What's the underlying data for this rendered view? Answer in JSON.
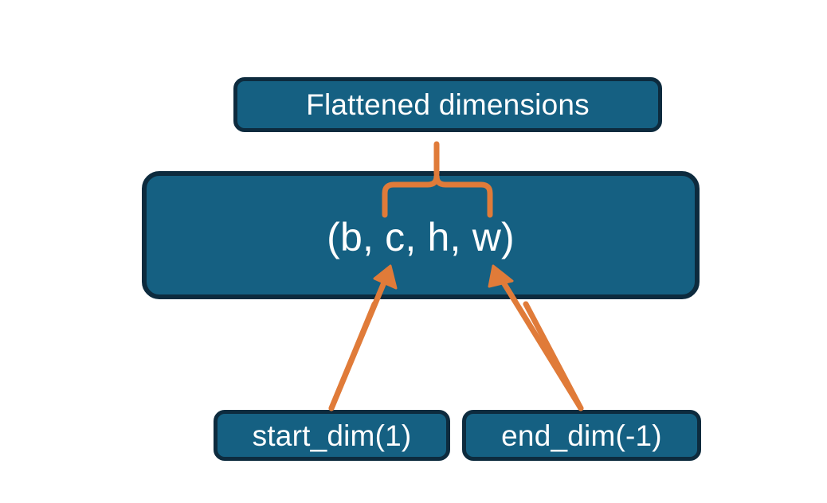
{
  "diagram": {
    "title_node": {
      "label": "Flattened dimensions"
    },
    "tensor_node": {
      "label": "(b, c, h, w)",
      "dims": [
        "b",
        "c",
        "h",
        "w"
      ],
      "flattened_dims": [
        "c",
        "h",
        "w"
      ]
    },
    "argument_nodes": [
      {
        "label": "start_dim(1)",
        "arg": "start_dim",
        "value": "1"
      },
      {
        "label": "end_dim(-1)",
        "arg": "end_dim",
        "value": "-1"
      }
    ],
    "connectors": {
      "brace": {
        "name": "flattened-range-brace",
        "from": "Flattened dimensions",
        "to": "(b, c, h, w)"
      },
      "arrows": [
        {
          "name": "start-dim-arrow",
          "from": "start_dim(1)",
          "to": "c"
        },
        {
          "name": "end-dim-arrow",
          "from": "end_dim(-1)",
          "to": "w"
        }
      ]
    },
    "colors": {
      "node_fill": "#156082",
      "node_border": "#0d2b3e",
      "node_text": "#ffffff",
      "connector": "#E07B39",
      "background": "#ffffff"
    }
  }
}
